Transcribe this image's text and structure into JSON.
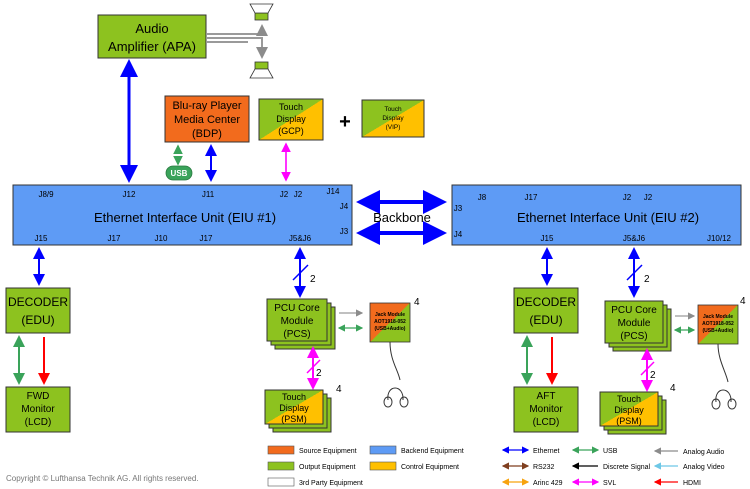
{
  "colors": {
    "output": "#8dc21f",
    "source": "#f26b1d",
    "backend": "#5e9bf5",
    "control": "#ffc000",
    "ethernet": "#0000ff",
    "usb": "#3aa35a",
    "hdmi": "#ff0000",
    "svl": "#ff00ff",
    "rs232": "#7f3f1f",
    "arinc": "#f7a30f",
    "analog_audio": "#8c8c8c",
    "analog_video": "#6ec8e6",
    "discrete": "#000000",
    "usb_pill": "#3aa35a"
  },
  "apa": {
    "line1": "Audio",
    "line2": "Amplifier (APA)"
  },
  "bdp": {
    "line1": "Blu-ray Player",
    "line2": "Media Center",
    "line3": "(BDP)"
  },
  "gcp": {
    "line1": "Touch",
    "line2": "Display",
    "line3": "(GCP)"
  },
  "vip": {
    "line1": "Touch",
    "line2": "Display",
    "line3": "(VIP)"
  },
  "plus": "+",
  "usb_pill": "USB",
  "eiu1": {
    "title": "Ethernet Interface Unit (EIU #1)",
    "ports": {
      "j89": "J8/9",
      "j12": "J12",
      "j11": "J11",
      "j2a": "J2",
      "j2b": "J2",
      "j14": "J14",
      "j4": "J4",
      "j3": "J3",
      "j15": "J15",
      "j17a": "J17",
      "j10": "J10",
      "j17b": "J17",
      "j5j6": "J5&J6"
    }
  },
  "eiu2": {
    "title": "Ethernet Interface Unit (EIU #2)",
    "ports": {
      "j8": "J8",
      "j17": "J17",
      "j2a": "J2",
      "j2b": "J2",
      "j3": "J3",
      "j4": "J4",
      "j15": "J15",
      "j5j6": "J5&J6",
      "j1012": "J10/12"
    }
  },
  "backbone": "Backbone",
  "bus_count": "2",
  "decoder1": {
    "line1": "DECODER",
    "line2": "(EDU)"
  },
  "decoder2": {
    "line1": "DECODER",
    "line2": "(EDU)"
  },
  "fwd": {
    "line1": "FWD",
    "line2": "Monitor",
    "line3": "(LCD)"
  },
  "aft": {
    "line1": "AFT",
    "line2": "Monitor",
    "line3": "(LCD)"
  },
  "pcs": {
    "line1": "PCU Core",
    "line2": "Module",
    "line3": "(PCS)"
  },
  "psm": {
    "line1": "Touch",
    "line2": "Display",
    "line3": "(PSM)"
  },
  "jack": {
    "line1": "Jack Module",
    "line2": "AOT1918-052",
    "line3": "(USB+Audio)"
  },
  "stack_count": "4",
  "legend": {
    "source": "Source Equipment",
    "backend": "Backend Equipment",
    "output": "Output Equipment",
    "control": "Control Equipment",
    "third": "3rd Party Equipment",
    "ethernet": "Ethernet",
    "usb": "USB",
    "analog_audio": "Analog Audio",
    "rs232": "RS232",
    "discrete": "Discrete Signal",
    "analog_video": "Analog Video",
    "arinc": "Arinc 429",
    "svl": "SVL",
    "hdmi": "HDMI"
  },
  "copyright": "Copyright © Lufthansa Technik AG. All rights reserved."
}
